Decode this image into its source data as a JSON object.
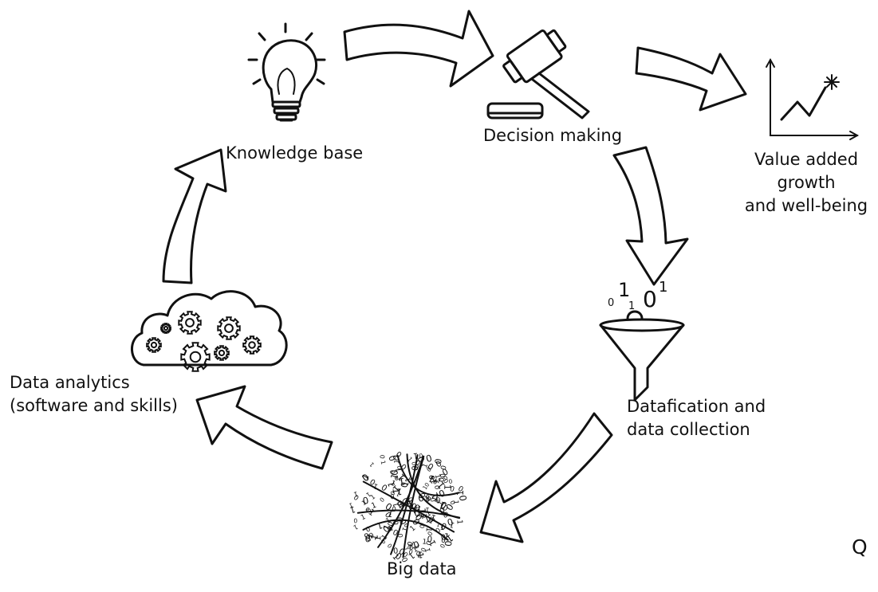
{
  "nodes": {
    "knowledge_base": "Knowledge base",
    "decision_making": "Decision making",
    "value_added": [
      "Value added",
      "growth",
      "and well-being"
    ],
    "datafication": [
      "Datafication and",
      "data collection"
    ],
    "big_data": "Big data",
    "data_analytics": [
      "Data analytics",
      "(software and skills)"
    ]
  },
  "bits": {
    "b1": "0",
    "b2": "1",
    "b3": "1",
    "b4": "0",
    "b5": "1"
  },
  "corner_mark": "Q",
  "icons": [
    "lightbulb-icon",
    "gavel-icon",
    "growth-chart-icon",
    "funnel-icon",
    "binary-sphere-icon",
    "cloud-gears-icon"
  ],
  "colors": {
    "ink": "#111111",
    "background": "#ffffff"
  }
}
